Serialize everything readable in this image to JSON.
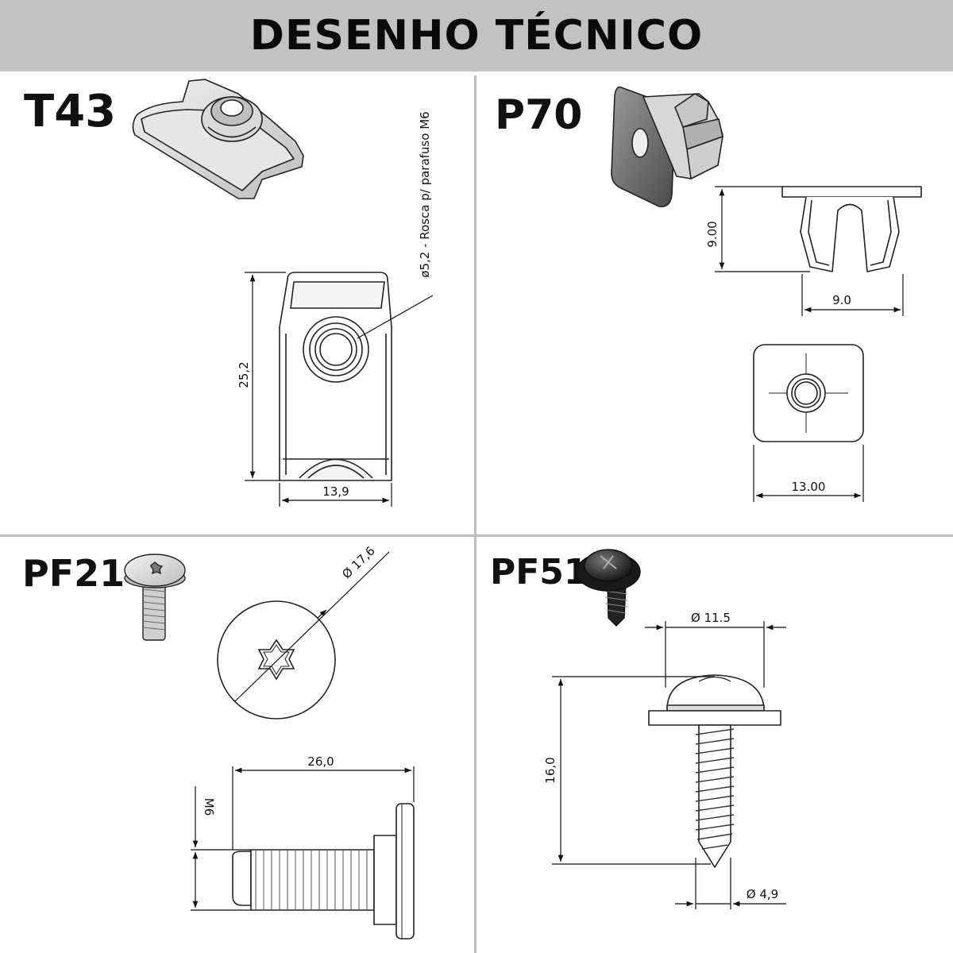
{
  "header": {
    "title": "DESENHO TÉCNICO"
  },
  "parts": {
    "t43": {
      "code": "T43",
      "thread_note": "ø5,2 - Rosca p/ parafuso M6",
      "height": "25,2",
      "width": "13,9"
    },
    "p70": {
      "code": "P70",
      "height": "9.00",
      "width": "9.0",
      "square": "13.00"
    },
    "pf21": {
      "code": "PF21",
      "head_diameter": "Ø 17,6",
      "length": "26,0",
      "thread": "M6"
    },
    "pf51": {
      "code": "PF51",
      "head_diameter": "Ø 11.5",
      "length": "16,0",
      "shank_diameter": "Ø 4,9"
    }
  }
}
